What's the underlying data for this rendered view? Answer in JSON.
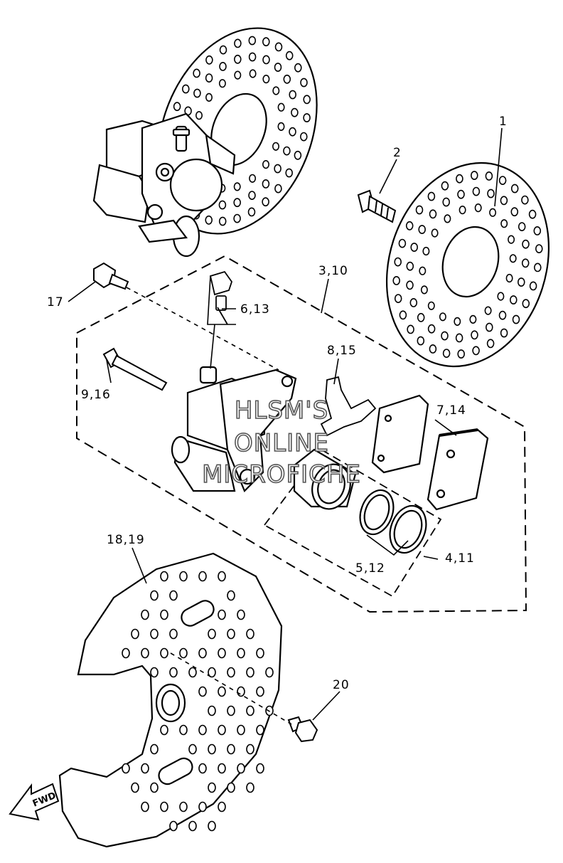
{
  "callouts": [
    {
      "id": "c1",
      "text": "1"
    },
    {
      "id": "c2",
      "text": "2"
    },
    {
      "id": "c3",
      "text": "3,10"
    },
    {
      "id": "c4",
      "text": "4,11"
    },
    {
      "id": "c5",
      "text": "5,12"
    },
    {
      "id": "c6",
      "text": "6,13"
    },
    {
      "id": "c7",
      "text": "7,14"
    },
    {
      "id": "c8",
      "text": "8,15"
    },
    {
      "id": "c9",
      "text": "9,16"
    },
    {
      "id": "c17",
      "text": "17"
    },
    {
      "id": "c18",
      "text": "18,19"
    },
    {
      "id": "c20",
      "text": "20"
    }
  ],
  "watermark": [
    "HLSM'S",
    "ONLINE",
    "MICROFICHE"
  ],
  "direction_tag": "FWD"
}
